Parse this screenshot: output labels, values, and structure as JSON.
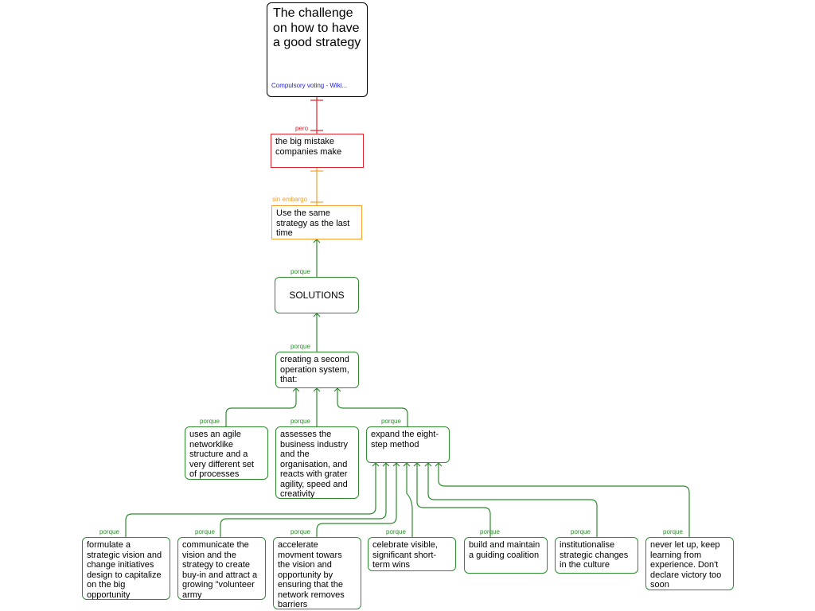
{
  "root": {
    "title": "The challenge on how to have a good strategy",
    "link": "Compulsory voting - Wiki..."
  },
  "connections": {
    "pero": "pero",
    "sin_embargo": "sin embargo",
    "porque": "porque"
  },
  "nodes": {
    "big_mistake": "the big mistake companies make",
    "same_strategy": "Use the same strategy as the last time",
    "solutions": "SOLUTIONS",
    "second_system": "creating a second operation system, that:",
    "agile": "uses an agile networklike structure and a very different set of processes",
    "assesses": "assesses the business industry and the organisation, and reacts with grater agility, speed and creativity",
    "eight_step": "expand the eight-step method",
    "steps": [
      "formulate a strategic vision and change initiatives design to capitalize on the big opportunity",
      "communicate the vision and the strategy to create buy-in and attract a growing \"volunteer army",
      "accelerate movment towars the vision and opportunity by ensuring that the network removes barriers",
      "celebrate visible, significant short-term wins",
      "build and maintain a guiding coalition",
      "institutionalise strategic changes in the culture",
      "never let up, keep learning from experience. Don't declare victory too soon"
    ]
  },
  "colors": {
    "root_border": "#000000",
    "pero": "#e0232a",
    "sin_embargo": "#f5a031",
    "porque": "#2e8b2e",
    "link": "#1f1fd6"
  }
}
